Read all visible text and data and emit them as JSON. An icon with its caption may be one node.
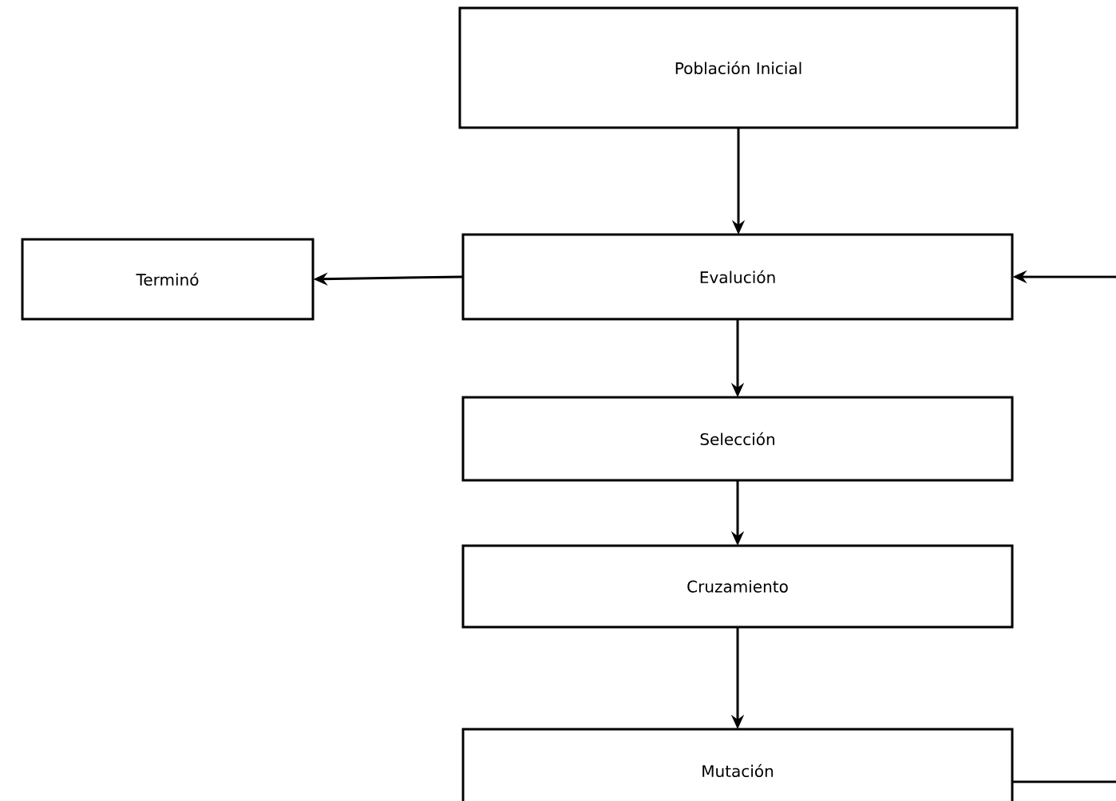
{
  "diagram": {
    "nodes": [
      {
        "text": [
          "Población Inicial"
        ]
      },
      {
        "text": [
          "Terminó"
        ]
      },
      {
        "text": [
          "Evalución"
        ]
      },
      {
        "text": [
          "Selección"
        ]
      },
      {
        "text": [
          "Cruzamiento"
        ]
      },
      {
        "text": [
          "Mutación"
        ]
      }
    ],
    "edges": [
      {
        "from": 0,
        "to": 2,
        "arrow": "to"
      },
      {
        "from": 2,
        "to": 1,
        "arrow": "to"
      },
      {
        "from": 2,
        "to": 3,
        "arrow": "to"
      },
      {
        "from": 3,
        "to": 4,
        "arrow": "to"
      },
      {
        "from": 4,
        "to": 5,
        "arrow": "to"
      },
      {
        "from": 5,
        "to": 2,
        "arrow": "to"
      }
    ]
  }
}
